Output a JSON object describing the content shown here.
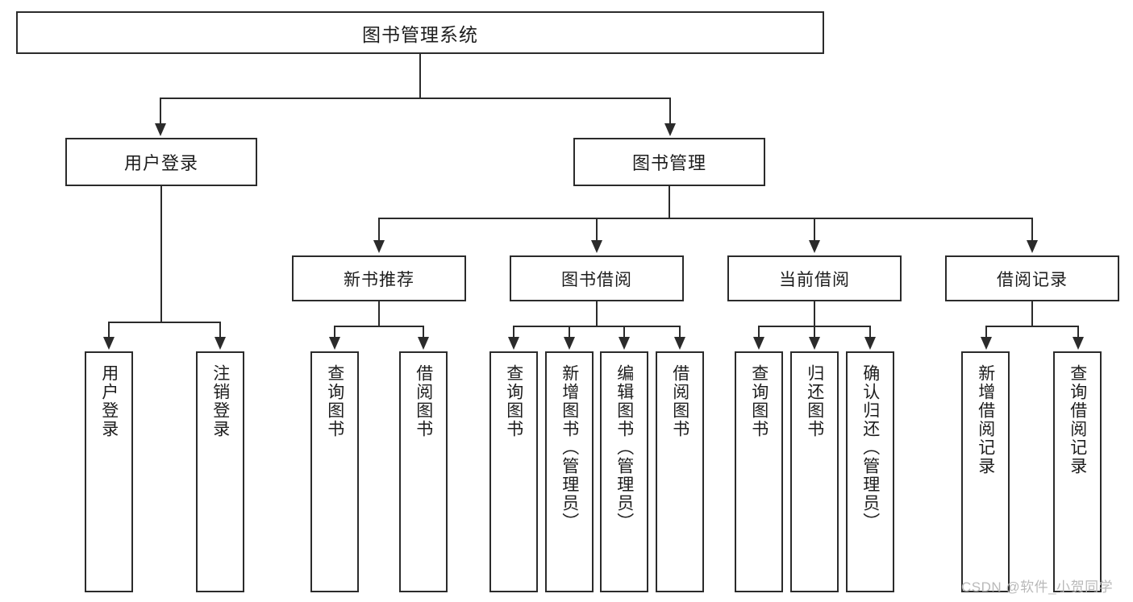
{
  "diagram": {
    "title": "图书管理系统",
    "type": "hierarchy-tree",
    "root": {
      "label": "图书管理系统"
    },
    "level2": [
      {
        "label": "用户登录"
      },
      {
        "label": "图书管理"
      }
    ],
    "level3": [
      {
        "label": "新书推荐"
      },
      {
        "label": "图书借阅"
      },
      {
        "label": "当前借阅"
      },
      {
        "label": "借阅记录"
      }
    ],
    "leaves": [
      {
        "label": "用户登录"
      },
      {
        "label": "注销登录"
      },
      {
        "label": "查询图书"
      },
      {
        "label": "借阅图书"
      },
      {
        "label": "查询图书"
      },
      {
        "label": "新增图书（管理员）"
      },
      {
        "label": "编辑图书（管理员）"
      },
      {
        "label": "借阅图书"
      },
      {
        "label": "查询图书"
      },
      {
        "label": "归还图书"
      },
      {
        "label": "确认归还（管理员）"
      },
      {
        "label": "新增借阅记录"
      },
      {
        "label": "查询借阅记录"
      }
    ]
  },
  "watermark": {
    "text": "CSDN @软件_小贺同学"
  },
  "colors": {
    "stroke": "#2b2b2b",
    "background": "#ffffff",
    "text": "#1d1d1d",
    "watermark": "#b9b9b9"
  }
}
